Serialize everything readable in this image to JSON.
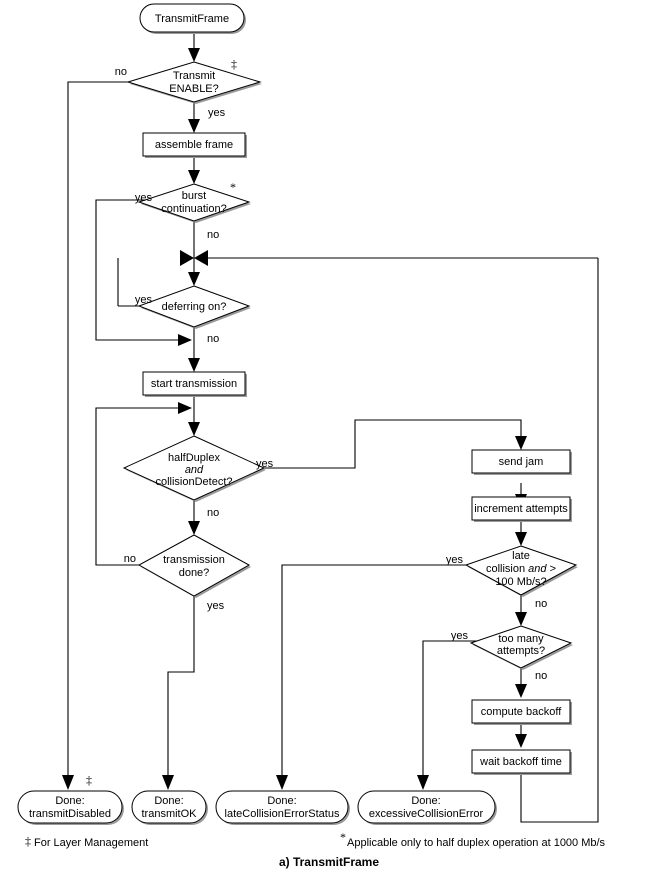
{
  "diagram": {
    "caption": "a) TransmitFrame",
    "start": {
      "label": "TransmitFrame"
    },
    "decisions": [
      {
        "id": "transmit-enable",
        "line1": "Transmit",
        "line2": "ENABLE?",
        "marker": "‡",
        "yes": "yes",
        "no": "no"
      },
      {
        "id": "burst-continuation",
        "line1": "burst",
        "line2": "continuation?",
        "marker": "*",
        "yes": "yes",
        "no": "no"
      },
      {
        "id": "deferring-on",
        "line1": "deferring on?",
        "line2": "",
        "marker": "",
        "yes": "yes",
        "no": "no"
      },
      {
        "id": "half-duplex-collision-detect",
        "line1": "halfDuplex",
        "line2": "and",
        "line3": "collisionDetect?",
        "marker": "",
        "yes": "yes",
        "no": "no"
      },
      {
        "id": "transmission-done",
        "line1": "transmission",
        "line2": "done?",
        "marker": "",
        "yes": "yes",
        "no": "no"
      },
      {
        "id": "late-collision",
        "line1": "late",
        "line2a": "collision ",
        "line2b": "and",
        "line2c": " >",
        "line3": "100 Mb/s?",
        "marker": "",
        "yes": "yes",
        "no": "no"
      },
      {
        "id": "too-many-attempts",
        "line1": "too many",
        "line2": "attempts?",
        "marker": "",
        "yes": "yes",
        "no": "no"
      }
    ],
    "processes": [
      {
        "id": "assemble-frame",
        "label": "assemble frame"
      },
      {
        "id": "start-transmission",
        "label": "start transmission"
      },
      {
        "id": "send-jam",
        "label": "send jam"
      },
      {
        "id": "increment-attempts",
        "label": "increment attempts"
      },
      {
        "id": "compute-backoff",
        "label": "compute backoff"
      },
      {
        "id": "wait-backoff-time",
        "label": "wait backoff time"
      }
    ],
    "terminals": [
      {
        "id": "done-transmit-disabled",
        "line1": "Done:",
        "line2": "transmitDisabled",
        "marker": "‡"
      },
      {
        "id": "done-transmit-ok",
        "line1": "Done:",
        "line2": "transmitOK"
      },
      {
        "id": "done-late-collision-error-status",
        "line1": "Done:",
        "line2": "lateCollisionErrorStatus"
      },
      {
        "id": "done-excessive-collision-error",
        "line1": "Done:",
        "line2": "excessiveCollisionError"
      }
    ],
    "footnotes": [
      {
        "id": "layer-management",
        "marker": "‡",
        "text": "For Layer Management"
      },
      {
        "id": "half-duplex-1000",
        "marker": "*",
        "text": "Applicable only to half duplex operation at 1000 Mb/s"
      }
    ],
    "colors": {
      "stroke": "#000000",
      "fill": "#ffffff",
      "shadow": "#9a9a9a"
    }
  }
}
